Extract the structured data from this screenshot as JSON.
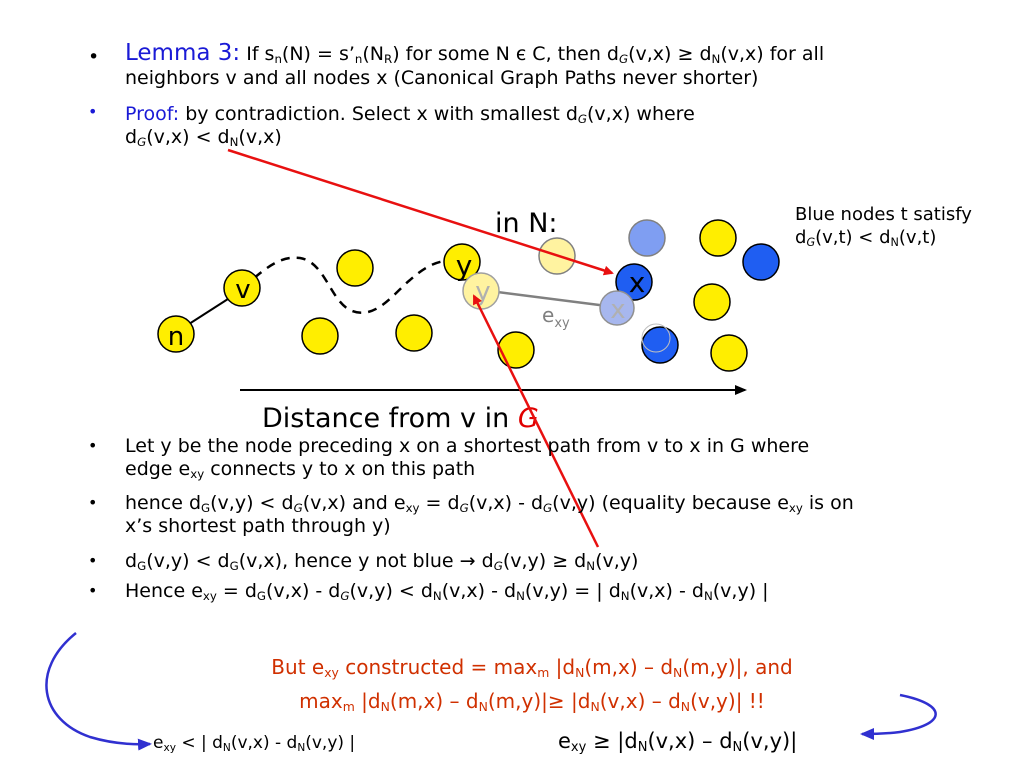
{
  "lemma": {
    "label": "Lemma 3:",
    "line1": [
      "If s",
      "n",
      "(N)  = s’",
      "n",
      "(N",
      "R",
      ") for some N є C, then d",
      "G",
      "(v,x) ≥ d",
      "N",
      "(v,x) for all"
    ],
    "line2": "neighbors v and all nodes x (Canonical Graph Paths never shorter)"
  },
  "proof": {
    "label": "Proof:",
    "line1": [
      "by contradiction.  Select x with smallest d",
      "G",
      "(v,x) where"
    ],
    "line2": [
      "d",
      "G",
      "(v,x) < d",
      "N",
      "(v,x)"
    ]
  },
  "diagram": {
    "in_n": "in N:",
    "blue_note1": "Blue nodes  t satisfy",
    "blue_note2": [
      "d",
      "G",
      "(v,t) < d",
      "N",
      "(v,t)"
    ],
    "node_v": "v",
    "node_n": "n",
    "node_y": "y",
    "node_y_ghost": "y",
    "node_x": "x",
    "node_x_ghost": "x",
    "edge_label": [
      "e",
      "xy"
    ],
    "axis_label": "Distance from v in ",
    "axis_label_g": "G",
    "colors": {
      "yellow": "#ffee00",
      "blue": "#1f5ef2",
      "arrow": "#e81010",
      "curve": "#3030d0"
    }
  },
  "bullets": {
    "b1_line1": "Let y be the node preceding x on a shortest path from v to x in G where",
    "b1_line2": [
      "edge e",
      "xy",
      " connects y to x on this path"
    ],
    "b2_line1": [
      "hence d",
      "G",
      "(v,y) < d",
      "G",
      "(v,x) and e",
      "xy",
      " = d",
      "G",
      "(v,x) - d",
      "G",
      "(v,y)  (equality because e",
      "xy",
      " is on"
    ],
    "b2_line2": "x’s shortest path through y)",
    "b3": [
      "d",
      "G",
      "(v,y) < d",
      "G",
      "(v,x), hence y not blue ",
      "→",
      " d",
      "G",
      "(v,y) ≥ d",
      "N",
      "(v,y)"
    ],
    "b4": [
      "Hence e",
      "xy",
      " = d",
      "G",
      "(v,x) - d",
      "G",
      "(v,y) < d",
      "N",
      "(v,x) - d",
      "N",
      "(v,y) = | d",
      "N",
      "(v,x) - d",
      "N",
      "(v,y) |"
    ]
  },
  "conclusion": {
    "line1": [
      "But e",
      "xy",
      " constructed = max",
      "m",
      " |d",
      "N",
      "(m,x) – d",
      "N",
      "(m,y)|, and"
    ],
    "line2": [
      "max",
      "m",
      " |d",
      "N",
      "(m,x) – d",
      "N",
      "(m,y)|≥ |d",
      "N",
      "(v,x) – d",
      "N",
      "(v,y)| !!"
    ],
    "left": [
      "e",
      "xy",
      "  < | d",
      "N",
      "(v,x) - d",
      "N",
      "(v,y) |"
    ],
    "right": [
      "e",
      "xy",
      "  ≥ |d",
      "N",
      "(v,x) – d",
      "N",
      "(v,y)|"
    ]
  }
}
